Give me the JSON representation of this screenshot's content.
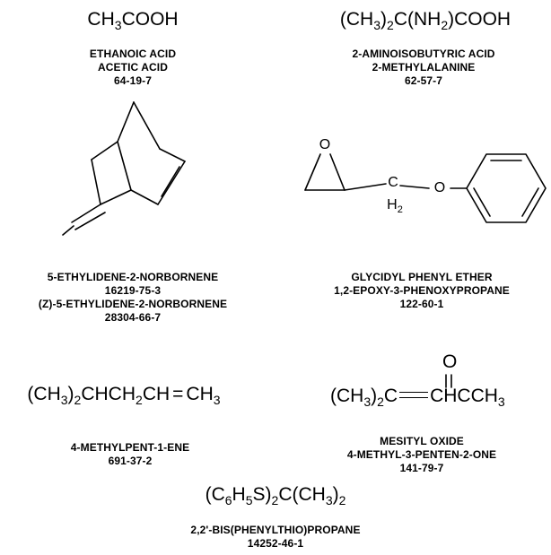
{
  "compounds": [
    {
      "formula": [
        "CH",
        "3",
        "COOH"
      ],
      "names": [
        "ETHANOIC ACID",
        "ACETIC ACID",
        "64-19-7"
      ]
    },
    {
      "formula": [
        "(CH",
        "3",
        ")",
        "2",
        "C(NH",
        "2",
        ")COOH"
      ],
      "names": [
        "2-AMINOISOBUTYRIC ACID",
        "2-METHYLALANINE",
        "62-57-7"
      ]
    },
    {
      "names": [
        "5-ETHYLIDENE-2-NORBORNENE",
        "16219-75-3",
        "(Z)-5-ETHYLIDENE-2-NORBORNENE",
        "28304-66-7"
      ]
    },
    {
      "atoms": {
        "o1": "O",
        "c": "C",
        "h": "H",
        "h_sub": "2",
        "o2": "O"
      },
      "names": [
        "GLYCIDYL PHENYL ETHER",
        "1,2-EPOXY-3-PHENOXYPROPANE",
        "122-60-1"
      ]
    },
    {
      "formula": [
        "(CH",
        "3",
        ")",
        "2",
        "CHCH",
        "",
        "2",
        "CH",
        "=",
        "CH",
        "3"
      ],
      "names": [
        "4-METHYLPENT-1-ENE",
        "691-37-2"
      ]
    },
    {
      "formula_parts": {
        "a": "(CH",
        "a_sub": "3",
        "b": ")",
        "b_sub": "2",
        "c": "C",
        "d": "CHCCH",
        "d_sub": "3",
        "o": "O"
      },
      "names": [
        "MESITYL OXIDE",
        "4-METHYL-3-PENTEN-2-ONE",
        "141-79-7"
      ]
    },
    {
      "formula": [
        "(C",
        "6",
        "H",
        "5",
        "S)",
        "2",
        "C(CH",
        "3",
        ")",
        "2"
      ],
      "names": [
        "2,2'-BIS(PHENYLTHIO)PROPANE",
        "14252-46-1"
      ]
    }
  ]
}
